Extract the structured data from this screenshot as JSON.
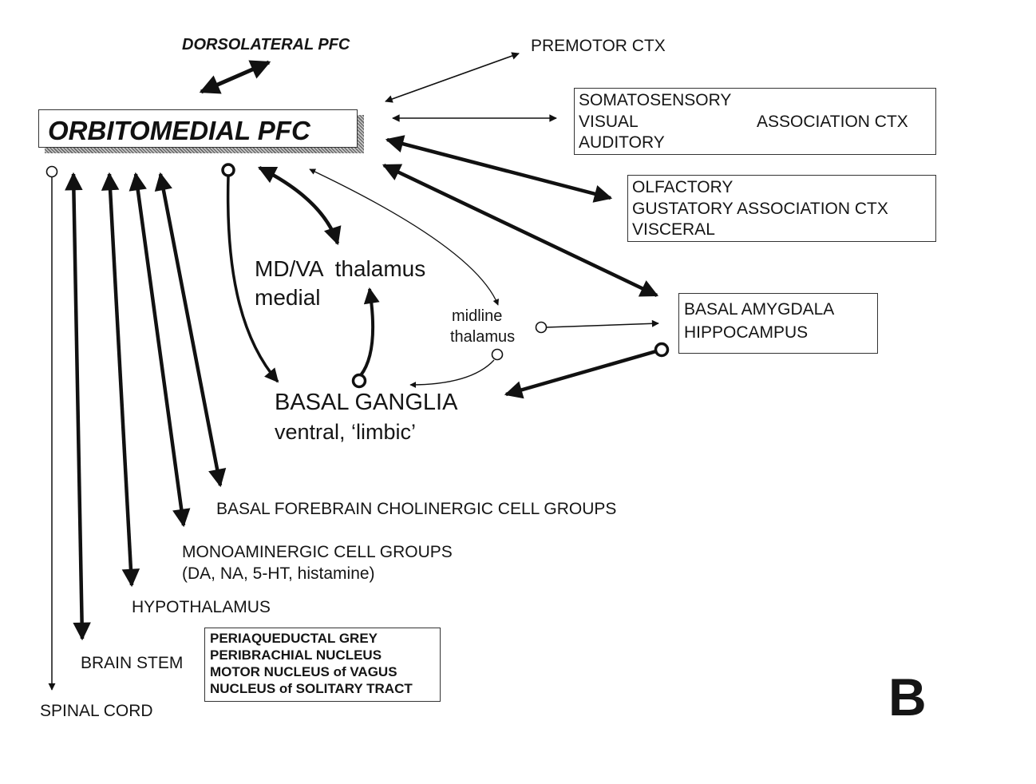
{
  "diagram": {
    "title": "ORBITOMEDIAL PFC",
    "panel_letter": "B",
    "dorsolateral": "DORSOLATERAL PFC",
    "premotor": "PREMOTOR CTX",
    "sensory_assoc": {
      "items": [
        "SOMATOSENSORY",
        "VISUAL",
        "AUDITORY"
      ],
      "suffix": "ASSOCIATION CTX"
    },
    "olfactory_assoc": {
      "lines": [
        "OLFACTORY",
        "GUSTATORY ASSOCIATION CTX",
        "VISCERAL"
      ]
    },
    "md_thalamus": {
      "line1": "MD/VA  thalamus",
      "line2": "medial"
    },
    "midline_thalamus": {
      "line1": "midline",
      "line2": "thalamus"
    },
    "amygdala": {
      "line1": "BASAL AMYGDALA",
      "line2": "HIPPOCAMPUS"
    },
    "basal_ganglia": {
      "line1": "BASAL GANGLIA",
      "line2": "ventral, ‘limbic’"
    },
    "basal_forebrain": "BASAL FOREBRAIN CHOLINERGIC CELL GROUPS",
    "monoaminergic": {
      "line1": "MONOAMINERGIC CELL GROUPS",
      "line2": "(DA, NA, 5-HT, histamine)"
    },
    "hypothalamus": "HYPOTHALAMUS",
    "brain_stem": "BRAIN STEM",
    "brainstem_nuclei": [
      "PERIAQUEDUCTAL GREY",
      "PERIBRACHIAL NUCLEUS",
      "MOTOR NUCLEUS of VAGUS",
      "NUCLEUS of SOLITARY TRACT"
    ],
    "spinal_cord": "SPINAL CORD"
  }
}
